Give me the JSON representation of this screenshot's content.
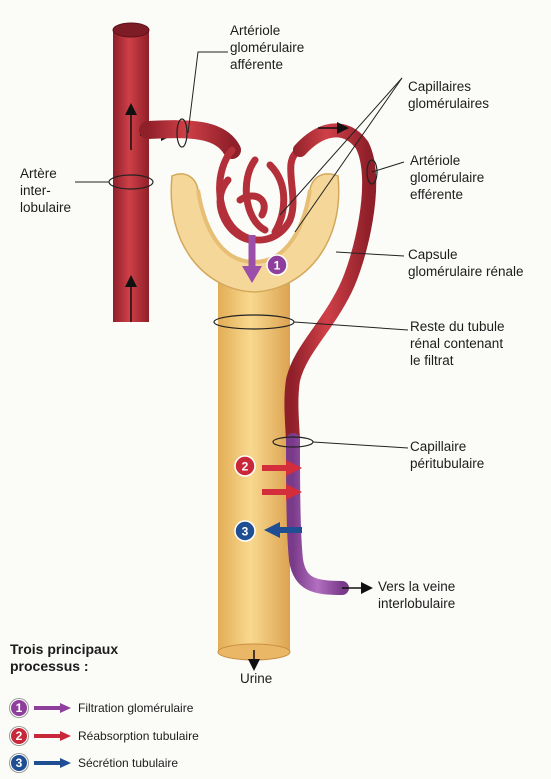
{
  "labels": {
    "afferent": "Artériole\nglomérulaire\nafférente",
    "capillaries": "Capillaires\nglomérulaires",
    "efferent": "Artériole\nglomérulaire\nefférente",
    "interlobular_artery": "Artère\ninter-\nlobulaire",
    "capsule": "Capsule\nglomérulaire rénale",
    "tubule": "Reste du tubule\nrénal contenant\nle filtrat",
    "peritubular": "Capillaire\npéritubulaire",
    "vein": "Vers la veine\ninterlobulaire",
    "urine": "Urine"
  },
  "badges": {
    "one": "1",
    "two": "2",
    "three": "3"
  },
  "legend": {
    "title": "Trois principaux\nprocessus :",
    "items": [
      {
        "num": "1",
        "text": "Filtration glomérulaire",
        "color": "#8e3f9c"
      },
      {
        "num": "2",
        "text": "Réabsorption tubulaire",
        "color": "#c8283a"
      },
      {
        "num": "3",
        "text": "Sécrétion tubulaire",
        "color": "#1f4e93"
      }
    ]
  },
  "colors": {
    "vessel": "#b8313a",
    "vessel_dark": "#8a1e28",
    "tubule": "#f2c978",
    "tubule_dark": "#d9a44c",
    "purple": "#9b4fa8",
    "red_arrow": "#d42d3b",
    "blue_arrow": "#1f4e93"
  }
}
